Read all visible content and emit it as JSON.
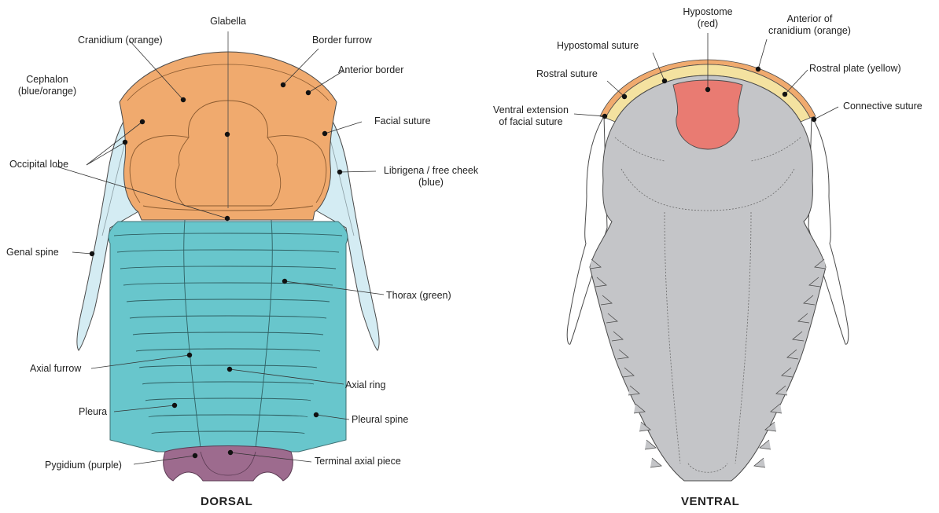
{
  "colors": {
    "cranidium": "#f0aa6e",
    "librigena": "#d4ecf3",
    "thorax": "#68c6cc",
    "pygidium": "#9d6b8e",
    "hypostome": "#e97b72",
    "rostral_plate": "#f4e2a0",
    "ventral_body": "#c4c5c8",
    "outline": "#4a4a4a"
  },
  "dorsal": {
    "caption": "DORSAL",
    "labels": {
      "glabella": "Glabella",
      "cranidium": "Cranidium (orange)",
      "border_furrow": "Border furrow",
      "anterior_border": "Anterior border",
      "cephalon_line1": "Cephalon",
      "cephalon_line2": "(blue/orange)",
      "facial_suture": "Facial suture",
      "occipital_lobe": "Occipital lobe",
      "librigena_line1": "Librigena / free cheek",
      "librigena_line2": "(blue)",
      "genal_spine": "Genal spine",
      "thorax": "Thorax (green)",
      "axial_furrow": "Axial furrow",
      "axial_ring": "Axial ring",
      "pleura": "Pleura",
      "pleural_spine": "Pleural spine",
      "pygidium": "Pygidium (purple)",
      "terminal_axial_piece": "Terminal axial piece"
    }
  },
  "ventral": {
    "caption": "VENTRAL",
    "labels": {
      "hypostome_line1": "Hypostome",
      "hypostome_line2": "(red)",
      "anterior_cranidium_line1": "Anterior of",
      "anterior_cranidium_line2": "cranidium (orange)",
      "hypostomal_suture": "Hypostomal suture",
      "rostral_suture": "Rostral suture",
      "rostral_plate": "Rostral plate (yellow)",
      "ventral_extension_line1": "Ventral extension",
      "ventral_extension_line2": "of facial suture",
      "connective_suture": "Connective suture"
    }
  }
}
